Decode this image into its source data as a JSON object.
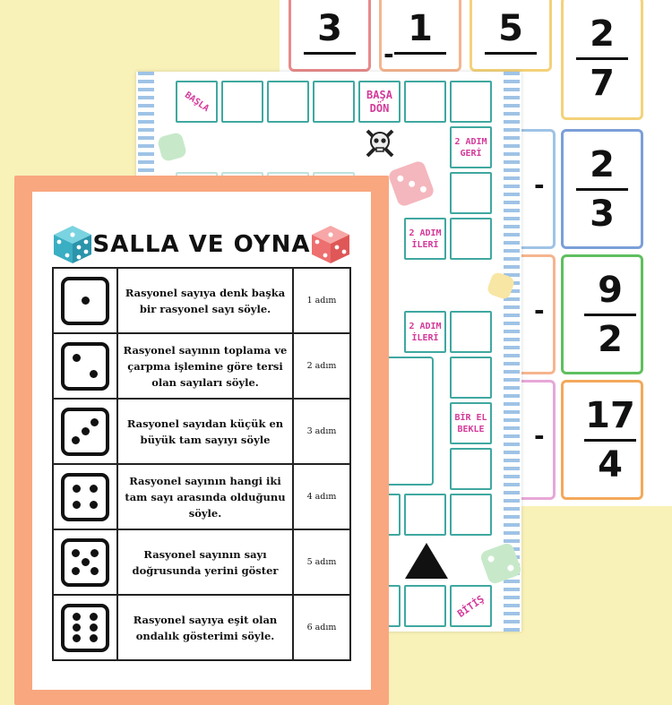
{
  "cards": {
    "top": [
      "3",
      "1",
      "5"
    ],
    "frac_2_7": {
      "n": "2",
      "d": "7"
    },
    "frac_2_3": {
      "n": "2",
      "d": "3"
    },
    "frac_9_2": {
      "n": "9",
      "d": "2",
      "sign": "-"
    },
    "frac_17_4": {
      "n": "17",
      "d": "4",
      "sign": "-"
    },
    "minus": "-"
  },
  "board": {
    "start": "BAŞLA",
    "back_to_start": "BAŞA DÖN",
    "two_back": "2 ADIM GERİ",
    "two_forward": "2 ADIM İLERİ",
    "wait_one": "BİR EL BEKLE",
    "finish": "BİTİŞ"
  },
  "colors": {
    "frame_orange": "#f9a77f",
    "teal": "#3fa8a0",
    "pink_text": "#d4399a",
    "background": "#f8f1b8"
  },
  "sheet": {
    "title": "SALLA VE OYNA",
    "rows": [
      {
        "die": 1,
        "text": "Rasyonel sayıya denk başka bir rasyonel sayı söyle.",
        "steps": "1 adım"
      },
      {
        "die": 2,
        "text": "Rasyonel sayının toplama ve çarpma işlemine göre tersi olan sayıları söyle.",
        "steps": "2 adım"
      },
      {
        "die": 3,
        "text": "Rasyonel sayıdan küçük en büyük tam sayıyı söyle",
        "steps": "3 adım"
      },
      {
        "die": 4,
        "text": "Rasyonel sayının hangi iki tam sayı arasında olduğunu söyle.",
        "steps": "4 adım"
      },
      {
        "die": 5,
        "text": "Rasyonel sayının sayı doğrusunda yerini göster",
        "steps": "5 adım"
      },
      {
        "die": 6,
        "text": "Rasyonel sayıya eşit olan ondalık gösterimi söyle.",
        "steps": "6 adım"
      }
    ]
  }
}
